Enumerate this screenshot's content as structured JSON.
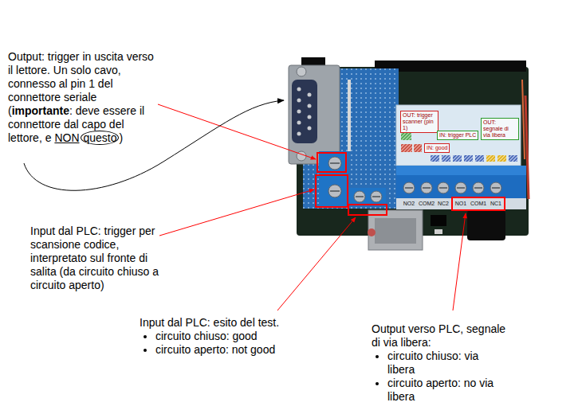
{
  "diagram": {
    "nodes": [
      {
        "text": [
          "OUT: trigger scanner (pin 1)"
        ]
      },
      {
        "text": [
          "IN: trigger PLC"
        ]
      },
      {
        "text": [
          "IN: good"
        ]
      },
      {
        "text": [
          "OUT: segnale di via libera"
        ]
      }
    ],
    "labels": [
      "Output: trigger in uscita verso il lettore. Un solo cavo, connesso al pin 1 del connettore seriale (",
      "importante",
      ": deve essere il connettore dal capo del lettore, e",
      "NON",
      "questo",
      ")",
      "Input dal PLC: trigger per scansione codice, interpretato sul fronte di salita (da circuito chiuso a circuito aperto)",
      "Input dal PLC: esito del test.",
      "circuito chiuso: good",
      "circuito aperto: not good",
      "Output verso PLC, segnale di via libera:",
      "circuito chiuso: via libera",
      "circuito aperto: no via libera",
      "NO2",
      "COM2",
      "NC2",
      "NO1",
      "COM1",
      "NC1"
    ]
  }
}
